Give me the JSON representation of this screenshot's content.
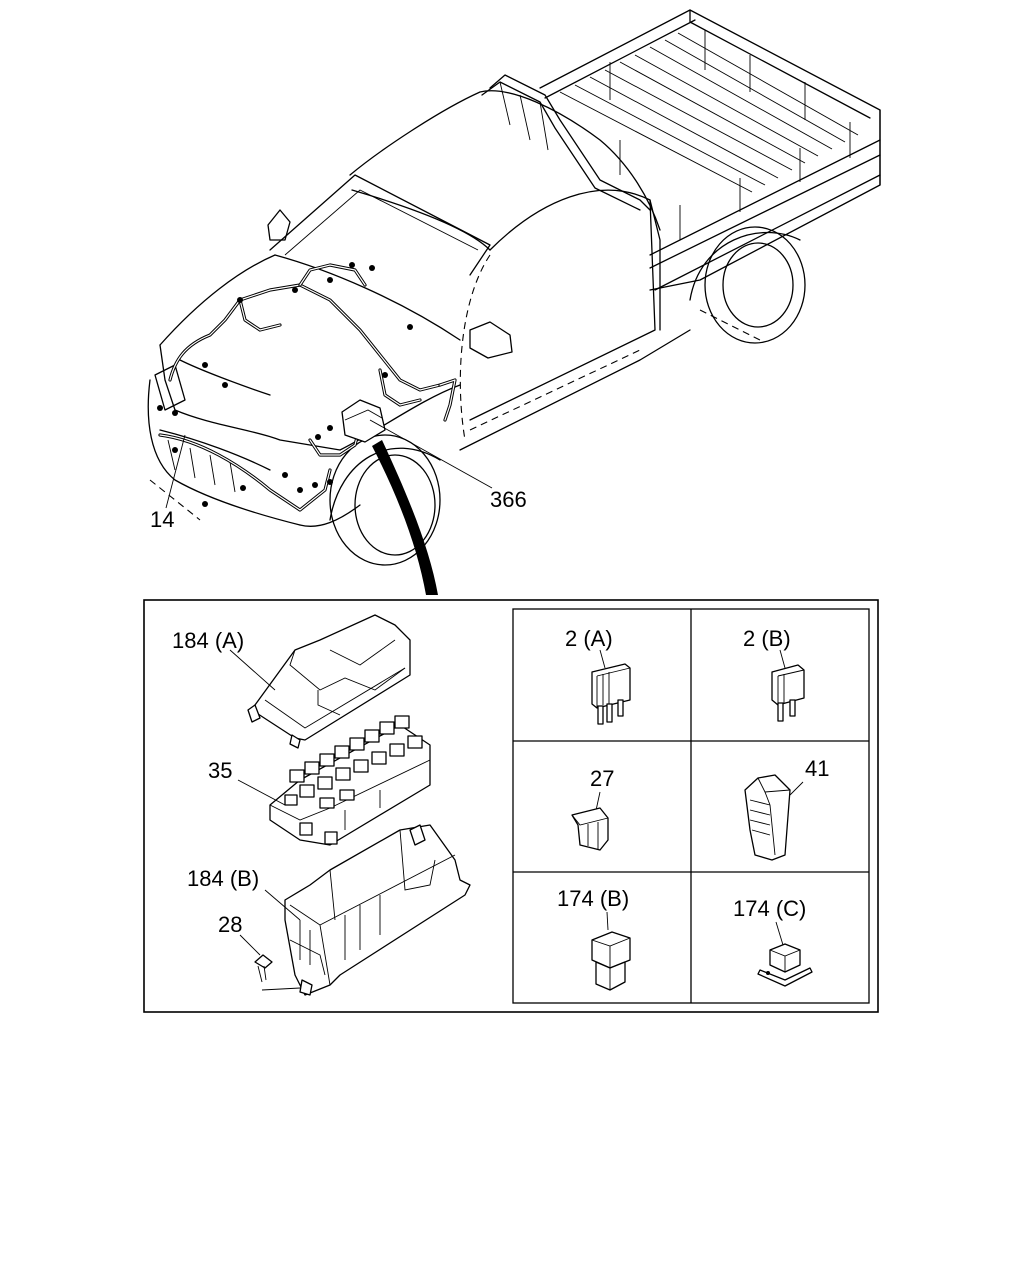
{
  "callouts": {
    "harness_front": "14",
    "harness_engine": "366",
    "cover_upper": "184 (A)",
    "relay_block": "35",
    "cover_lower": "184 (B)",
    "clip": "28",
    "relay_a": "2 (A)",
    "relay_b": "2 (B)",
    "fuse": "27",
    "fuse_large": "41",
    "relay_174b": "174 (B)",
    "relay_174c": "174 (C)"
  }
}
